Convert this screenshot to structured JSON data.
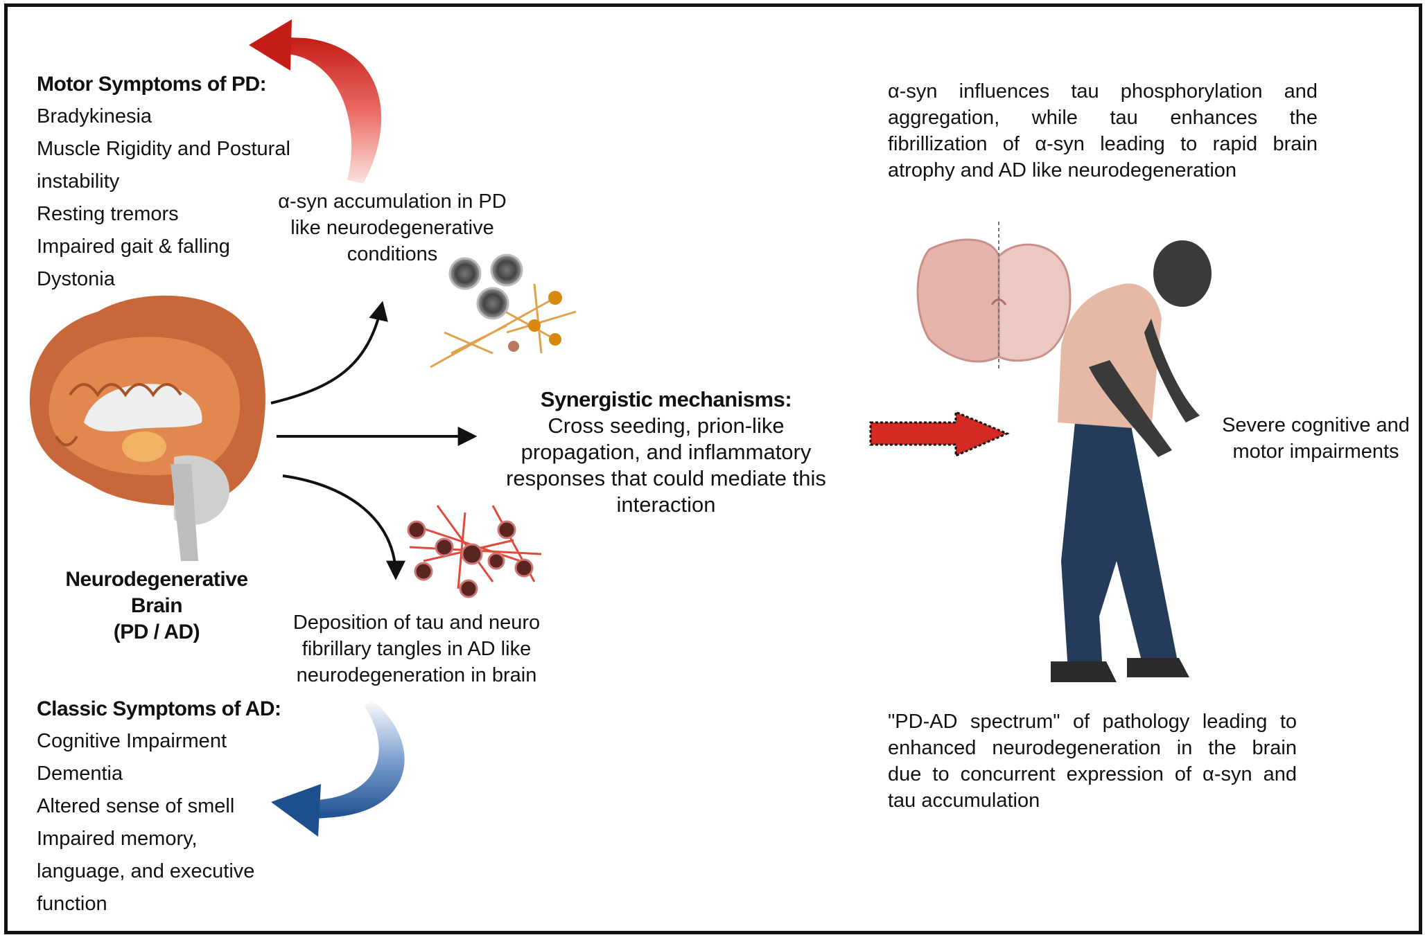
{
  "motor_pd": {
    "title": "Motor Symptoms of PD:",
    "items": [
      "Bradykinesia",
      "Muscle Rigidity and Postural",
      "instability",
      "Resting tremors",
      "Impaired gait & falling",
      "Dystonia"
    ]
  },
  "asyn_caption": [
    "α-syn accumulation in PD",
    "like neurodegenerative",
    "conditions"
  ],
  "brain_label": [
    "Neurodegenerative Brain",
    "(PD / AD)"
  ],
  "synergy": {
    "title": "Synergistic mechanisms:",
    "lines": [
      "Cross seeding, prion-like",
      "propagation, and inflammatory",
      "responses that could mediate this",
      "interaction"
    ]
  },
  "tau_caption": [
    "Deposition of tau and neuro",
    "fibrillary tangles  in AD like",
    "neurodegeneration in brain"
  ],
  "classic_ad": {
    "title": "Classic Symptoms of AD:",
    "items": [
      "Cognitive Impairment",
      "Dementia",
      "Altered sense of smell",
      "Impaired memory,",
      "language, and executive",
      "function"
    ]
  },
  "interaction_text": [
    "α-syn influences tau phosphorylation and",
    "aggregation, while tau enhances the",
    "fibrillization of α-syn leading to rapid brain",
    "atrophy and AD like neurodegeneration"
  ],
  "severe_caption": [
    "Severe cognitive and",
    "motor impairments"
  ],
  "spectrum_text": [
    "\"PD-AD spectrum\" of pathology leading to",
    "enhanced neurodegeneration in the brain",
    "due to concurrent expression of α-syn and",
    "tau accumulation"
  ],
  "colors": {
    "red_arrow": "#d42a24",
    "blue_arrow": "#1d4f8f",
    "brain_cortex": "#c8683a",
    "skin": "#3a3a3a",
    "shirt": "#e6b9a6",
    "pants": "#243b5c"
  }
}
